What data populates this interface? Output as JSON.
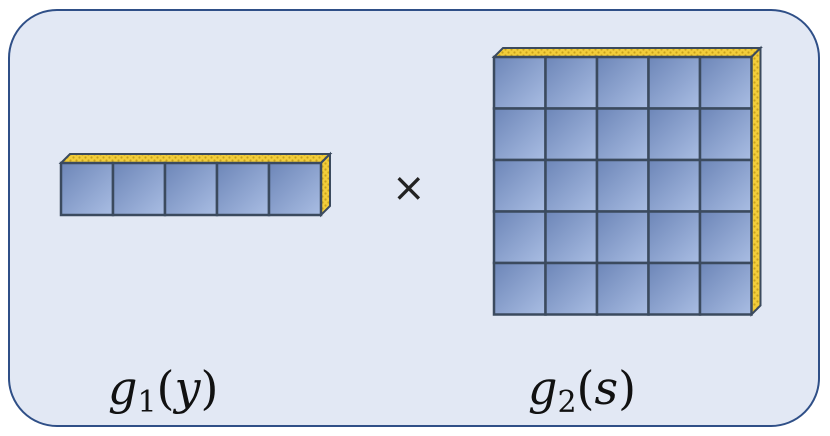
{
  "colors": {
    "panel_fill": "#e2e8f4",
    "panel_border": "#2f4f87",
    "cell_fill_light": "#a9bde3",
    "cell_fill_dark": "#6d86b8",
    "cell_border": "#3b4a5e",
    "top_face": "#f2cd3a",
    "top_face_pattern": "#c9a21e"
  },
  "vector": {
    "cells": 5,
    "label_fn": "g",
    "label_sub": "1",
    "label_arg": "y"
  },
  "matrix": {
    "rows": 5,
    "cols": 5,
    "label_fn": "g",
    "label_sub": "2",
    "label_arg": "s"
  },
  "operator": "×"
}
